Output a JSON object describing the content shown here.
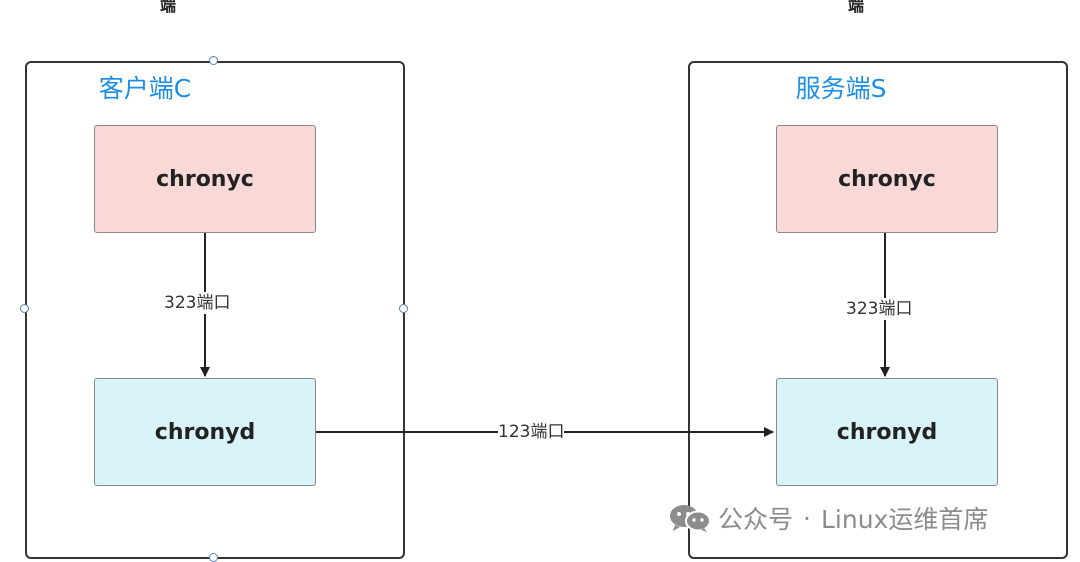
{
  "top_labels": {
    "left": "端",
    "right": "端"
  },
  "client": {
    "title": "客户端C",
    "chronyc": "chronyc",
    "chronyd": "chronyd",
    "port_label": "323端口"
  },
  "server": {
    "title": "服务端S",
    "chronyc": "chronyc",
    "chronyd": "chronyd",
    "port_label": "323端口"
  },
  "link": {
    "label": "123端口"
  },
  "watermark": {
    "text": "公众号",
    "separator": "·",
    "author": "Linux运维首席"
  },
  "colors": {
    "title_blue": "#1f8fe5",
    "chronyc_fill": "#f8d9d8",
    "chronyd_fill": "#d9f4f8",
    "line": "#222222"
  }
}
